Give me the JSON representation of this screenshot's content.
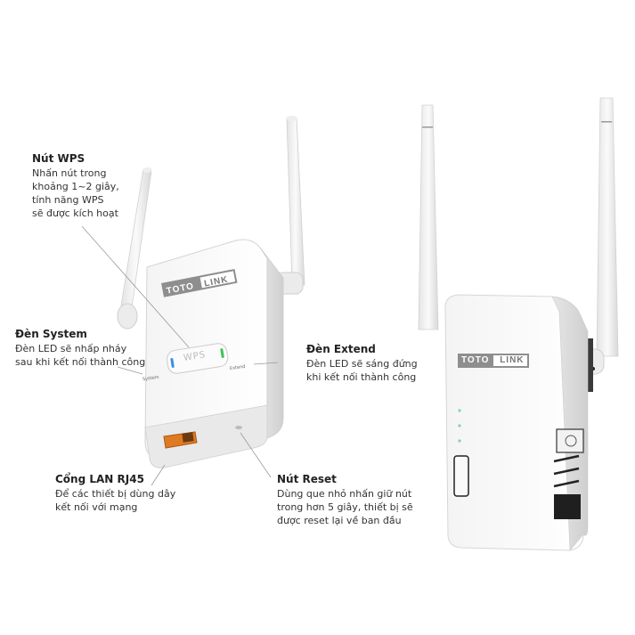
{
  "brand": {
    "logo_left": "TOTO",
    "logo_right": "LINK"
  },
  "left_device": {
    "wps_button_label": "WPS",
    "system_label": "System",
    "extend_label": "Extend",
    "led_system_color": "#3a8ee6",
    "led_extend_color": "#3cc35a",
    "lan_port_color": "#e07a20"
  },
  "callouts": {
    "wps": {
      "title": "Nút WPS",
      "desc": "Nhấn nút trong\nkhoảng 1~2 giây,\ntính năng WPS\nsẽ được kích hoạt"
    },
    "system": {
      "title": "Đèn System",
      "desc": "Đèn LED sẽ nhấp nháy\nsau khi kết nối thành công"
    },
    "extend": {
      "title": "Đèn Extend",
      "desc": "Đèn LED sẽ sáng đứng\nkhi kết nối thành công"
    },
    "lan": {
      "title": "Cổng LAN RJ45",
      "desc": "Để các thiết bị dùng dây\nkết nối với mạng"
    },
    "reset": {
      "title": "Nút Reset",
      "desc": "Dùng que nhỏ nhấn giữ nút\ntrong hơn 5 giây, thiết bị sẽ\nđược reset lại về ban đầu"
    }
  }
}
